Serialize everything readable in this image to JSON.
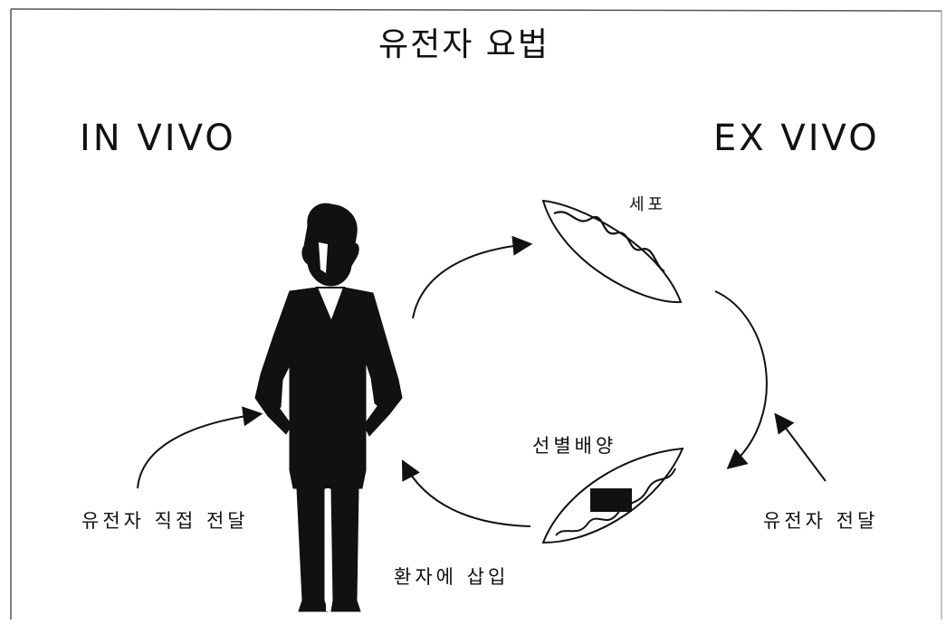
{
  "title": "유전자 요법",
  "in_vivo": "IN VIVO",
  "ex_vivo": "EX VIVO",
  "labels": {
    "cell": "세포",
    "selective_culture": "선별배양",
    "direct_delivery": "유전자 직접 전달",
    "gene_transfer": "유전자 전달",
    "insert_into_patient": "환자에 삽입"
  },
  "colors": {
    "ink": "#111111",
    "paper": "#ffffff"
  }
}
